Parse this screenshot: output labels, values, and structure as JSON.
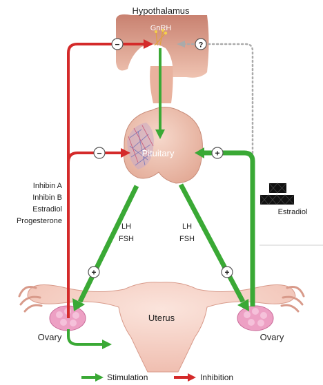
{
  "title": "Hypothalamus",
  "nodes": {
    "gnrh": "GnRH",
    "pituitary": "Pituitary",
    "uterus": "Uterus",
    "ovary_left": "Ovary",
    "ovary_right": "Ovary"
  },
  "feedback_left": [
    "Inhibin A",
    "Inhibin B",
    "Estradiol",
    "Progesterone"
  ],
  "feedback_right": "Estradiol",
  "hormones_left": [
    "LH",
    "FSH"
  ],
  "hormones_right": [
    "LH",
    "FSH"
  ],
  "signs": {
    "minus": "−",
    "plus": "+",
    "unknown": "?"
  },
  "legend": {
    "stimulation": "Stimulation",
    "inhibition": "Inhibition"
  },
  "colors": {
    "stimulation": "#3aa935",
    "inhibition": "#d42a2a",
    "unknown": "#aaaaaa",
    "brain_tissue": "#e9b6a2",
    "ovary": "#eda0c4"
  }
}
